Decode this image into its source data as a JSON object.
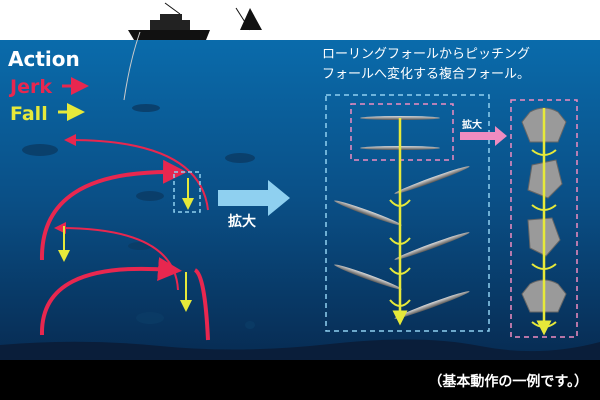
{
  "legend": {
    "title": "Action",
    "jerk": "Jerk",
    "fall": "Fall"
  },
  "description": {
    "line1": "ローリングフォールからピッチング",
    "line2": "フォールへ変化する複合フォール。"
  },
  "zoom_label_main": "拡大",
  "zoom_label_small": "拡大",
  "caption": "（基本動作の一例です。）",
  "colors": {
    "jerk": "#e8274f",
    "fall": "#e6e93a",
    "zoom_box": "#8fd0f0",
    "detail_box": "#f08cc0"
  }
}
